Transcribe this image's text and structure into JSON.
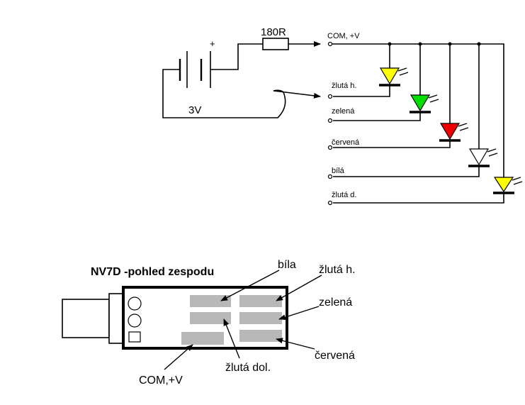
{
  "colors": {
    "led_yellow": "#ffff00",
    "led_green": "#00dd00",
    "led_red": "#ee0000",
    "led_white": "#ffffff",
    "pad_gray": "#b8b8b8",
    "line": "#000000"
  },
  "schematic": {
    "resistor_label": "180R",
    "battery_label": "3V",
    "battery_plus": "+",
    "common_label": "COM, +V",
    "leds": [
      {
        "label": "žlutá h.",
        "color": "yellow"
      },
      {
        "label": "zelená",
        "color": "green"
      },
      {
        "label": "červená",
        "color": "red"
      },
      {
        "label": "bílá",
        "color": "white"
      },
      {
        "label": "žlutá d.",
        "color": "yellow"
      }
    ]
  },
  "board": {
    "title": "NV7D -pohled zespodu",
    "labels": {
      "bila": "bíla",
      "zluta_h": "žlutá h.",
      "zelena": "zelená",
      "cervena": "červená",
      "zluta_dol": "žlutá dol.",
      "com": "COM,+V"
    }
  }
}
